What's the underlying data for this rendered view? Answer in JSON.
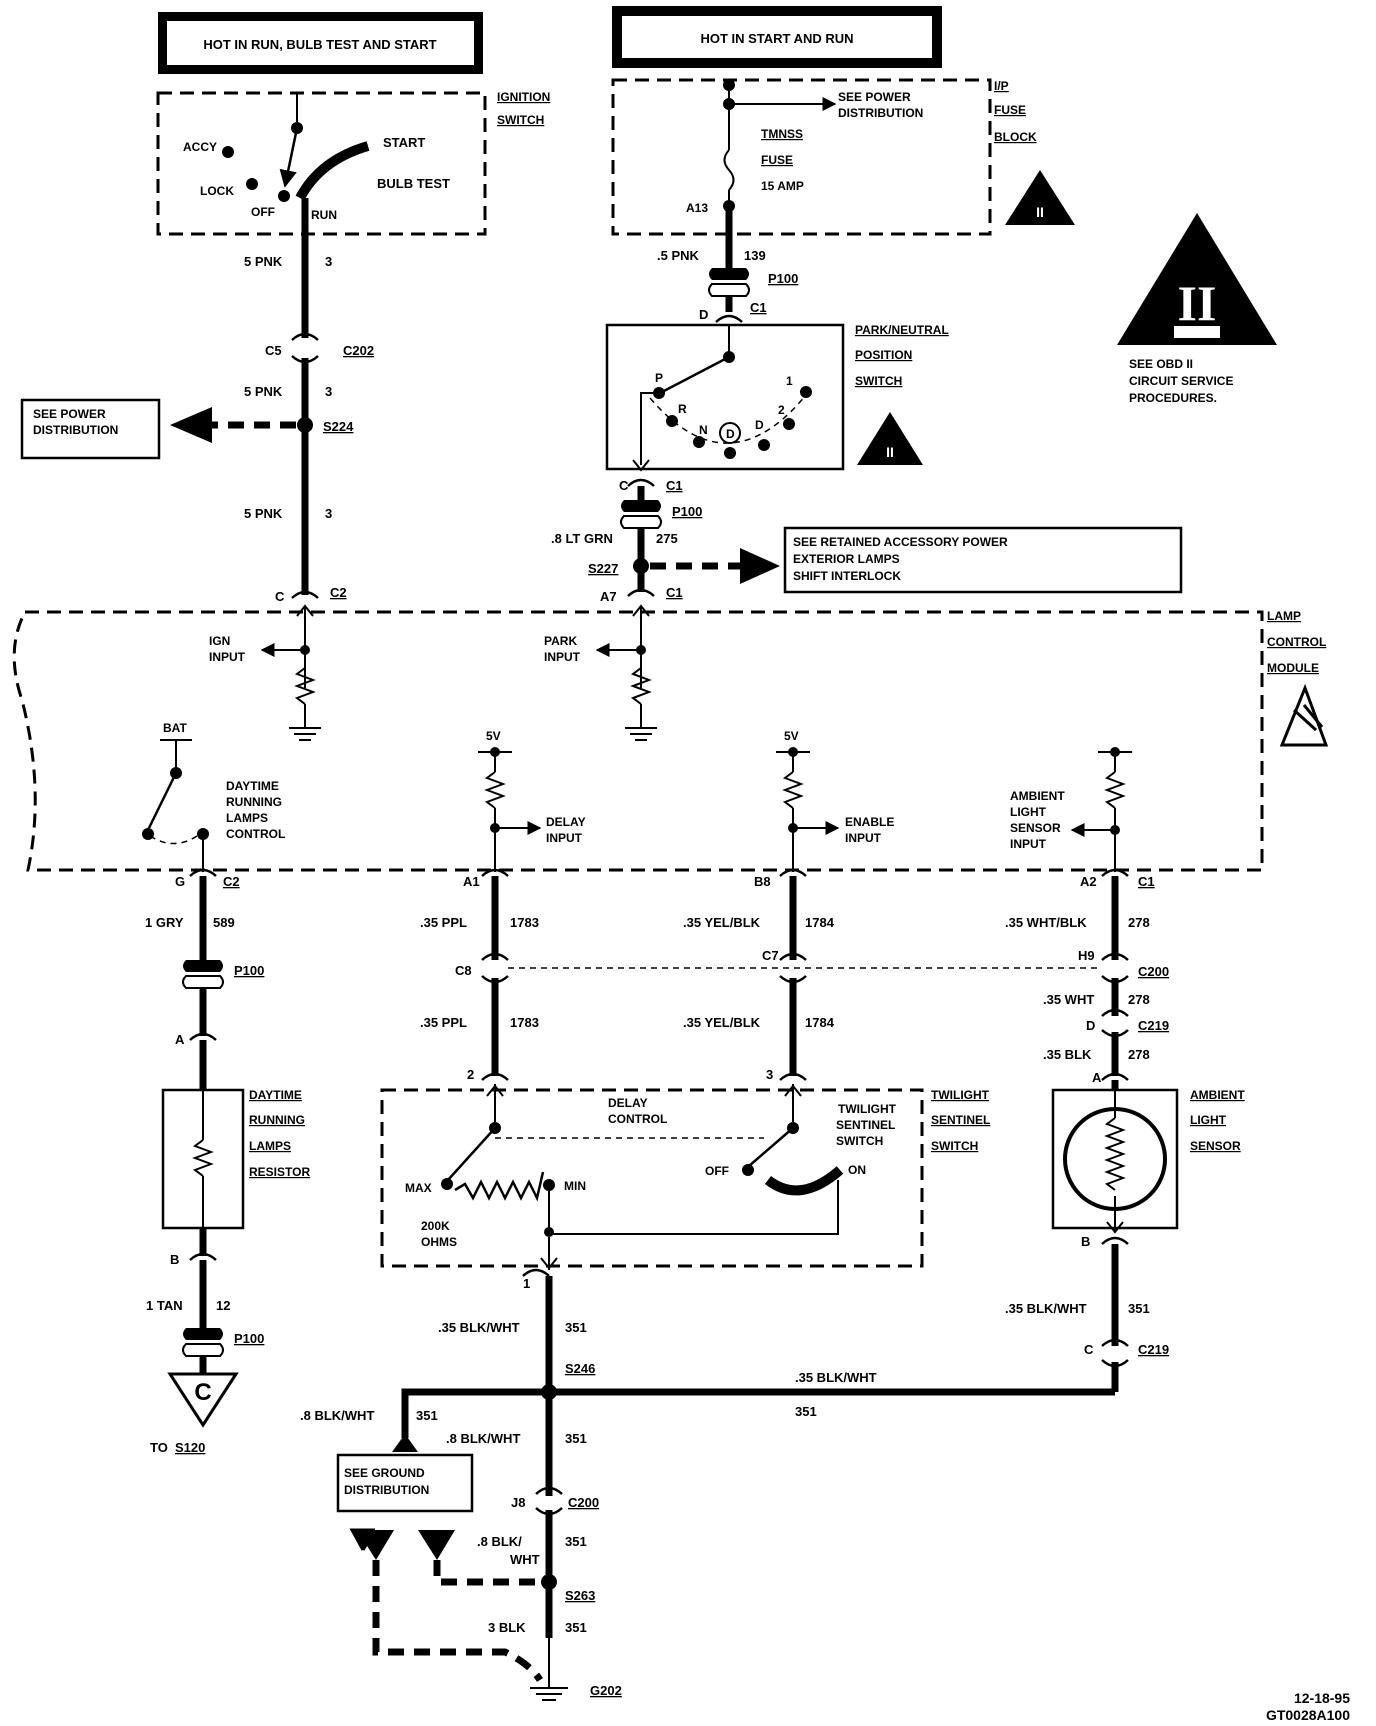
{
  "headers": {
    "hot_run_bulb_start": "HOT IN RUN, BULB TEST AND START",
    "hot_start_run": "HOT IN START AND RUN"
  },
  "ignition_switch": {
    "label_1": "IGNITION",
    "label_2": "SWITCH",
    "accy": "ACCY",
    "lock": "LOCK",
    "off": "OFF",
    "run": "RUN",
    "start": "START",
    "bulb_test": "BULB TEST"
  },
  "fuse_block": {
    "label_1": "I/P",
    "label_2": "FUSE",
    "label_3": "BLOCK",
    "see_power_1": "SEE POWER",
    "see_power_2": "DISTRIBUTION",
    "fuse_name": "TMNSS",
    "fuse_word": "FUSE",
    "fuse_rating": "15 AMP",
    "pin": "A13"
  },
  "obd": {
    "symbol": "II",
    "note_1": "SEE OBD II",
    "note_2": "CIRCUIT SERVICE",
    "note_3": "PROCEDURES."
  },
  "left_wire": {
    "w1_gauge": "5 PNK",
    "w1_num": "3",
    "c5": "C5",
    "c202": "C202",
    "w2_gauge": "5 PNK",
    "w2_num": "3",
    "s224": "S224",
    "w3_gauge": "5 PNK",
    "w3_num": "3",
    "pin_c": "C",
    "conn_c2": "C2"
  },
  "see_power_left": {
    "line_1": "SEE POWER",
    "line_2": "DISTRIBUTION"
  },
  "park_wire": {
    "gauge_top": ".5 PNK",
    "num_top": "139",
    "p100_top": "P100",
    "pin_d": "D",
    "c1_top": "C1",
    "pin_c": "C",
    "c1_mid": "C1",
    "p100_mid": "P100",
    "gauge_mid": ".8 LT GRN",
    "num_mid": "275",
    "s227": "S227",
    "pin_a7": "A7",
    "c1_bot": "C1"
  },
  "park_switch": {
    "label_1": "PARK/NEUTRAL",
    "label_2": "POSITION",
    "label_3": "SWITCH",
    "p": "P",
    "r": "R",
    "n": "N",
    "d_circle": "D",
    "d": "D",
    "two": "2",
    "one": "1"
  },
  "retained": {
    "line_1": "SEE RETAINED ACCESSORY POWER",
    "line_2": "EXTERIOR LAMPS",
    "line_3": "SHIFT INTERLOCK"
  },
  "lamp_module": {
    "label_1": "LAMP",
    "label_2": "CONTROL",
    "label_3": "MODULE",
    "ign_input_1": "IGN",
    "ign_input_2": "INPUT",
    "park_input_1": "PARK",
    "park_input_2": "INPUT",
    "bat": "BAT",
    "drl_ctrl_1": "DAYTIME",
    "drl_ctrl_2": "RUNNING",
    "drl_ctrl_3": "LAMPS",
    "drl_ctrl_4": "CONTROL",
    "v5_a": "5V",
    "v5_b": "5V",
    "delay_1": "DELAY",
    "delay_2": "INPUT",
    "enable_1": "ENABLE",
    "enable_2": "INPUT",
    "amb_1": "AMBIENT",
    "amb_2": "LIGHT",
    "amb_3": "SENSOR",
    "amb_4": "INPUT"
  },
  "drl_branch": {
    "pin_g": "G",
    "c2": "C2",
    "gauge": "1 GRY",
    "num": "589",
    "p100": "P100",
    "pin_a": "A",
    "res_1": "DAYTIME",
    "res_2": "RUNNING",
    "res_3": "LAMPS",
    "res_4": "RESISTOR",
    "pin_b": "B",
    "gauge_bot": "1 TAN",
    "num_bot": "12",
    "p100_bot": "P100",
    "ground_letter": "C",
    "to_label": "TO",
    "to_splice": "S120"
  },
  "delay_branch": {
    "pin_a1": "A1",
    "gauge_1": ".35 PPL",
    "num_1": "1783",
    "c8": "C8",
    "gauge_2": ".35 PPL",
    "num_2": "1783",
    "pin_2": "2"
  },
  "enable_branch": {
    "pin_b8": "B8",
    "gauge_1": ".35 YEL/BLK",
    "num_1": "1784",
    "c7": "C7",
    "gauge_2": ".35 YEL/BLK",
    "num_2": "1784",
    "pin_3": "3"
  },
  "ambient_branch": {
    "pin_a2": "A2",
    "c1": "C1",
    "gauge_1": ".35 WHT/BLK",
    "num_1": "278",
    "h9": "H9",
    "c200": "C200",
    "gauge_2": ".35 WHT",
    "num_2": "278",
    "pin_d": "D",
    "c219": "C219",
    "gauge_3": ".35 BLK",
    "num_3": "278",
    "pin_a": "A",
    "sensor_1": "AMBIENT",
    "sensor_2": "LIGHT",
    "sensor_3": "SENSOR",
    "pin_b": "B",
    "gauge_4": ".35 BLK/WHT",
    "num_4": "351",
    "pin_c": "C",
    "c219_bot": "C219"
  },
  "twilight": {
    "label_1": "TWILIGHT",
    "label_2": "SENTINEL",
    "label_3": "SWITCH",
    "delay_ctrl_1": "DELAY",
    "delay_ctrl_2": "CONTROL",
    "sw_1": "TWILIGHT",
    "sw_2": "SENTINEL",
    "sw_3": "SWITCH",
    "off": "OFF",
    "on": "ON",
    "max": "MAX",
    "min": "MIN",
    "ohms_1": "200K",
    "ohms_2": "OHMS",
    "pin_1": "1"
  },
  "ground_section": {
    "gauge_1": ".35 BLK/WHT",
    "num_1": "351",
    "s246": "S246",
    "gauge_h": ".35 BLK/WHT",
    "num_h": "351",
    "gauge_left": ".8 BLK/WHT",
    "num_left": "351",
    "gauge_2": ".8 BLK/WHT",
    "num_2": "351",
    "see_ground_1": "SEE GROUND",
    "see_ground_2": "DISTRIBUTION",
    "j8": "J8",
    "c200": "C200",
    "gauge_3a": ".8 BLK/",
    "gauge_3b": "WHT",
    "num_3": "351",
    "s263": "S263",
    "gauge_4": "3 BLK",
    "num_4": "351",
    "g202": "G202"
  },
  "footer": {
    "date": "12-18-95",
    "code": "GT0028A100"
  }
}
